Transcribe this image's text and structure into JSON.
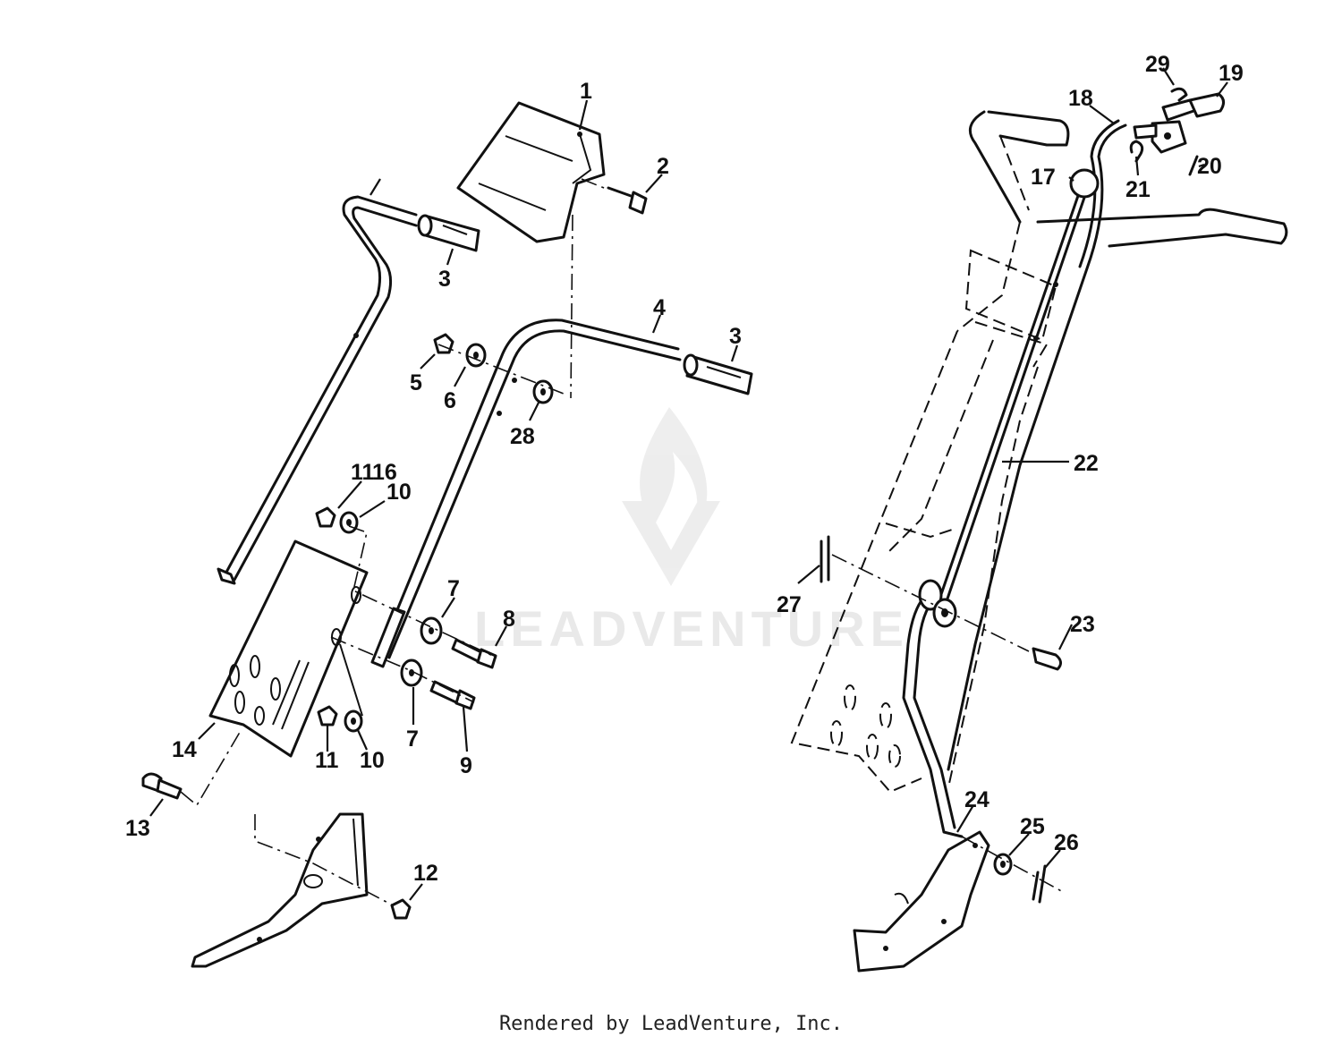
{
  "watermark": {
    "text": "LEADVENTURE"
  },
  "footer": {
    "text": "Rendered by LeadVenture, Inc."
  },
  "callouts": {
    "c1": "1",
    "c2": "2",
    "c3a": "3",
    "c3b": "3",
    "c4": "4",
    "c5": "5",
    "c6": "6",
    "c7a": "7",
    "c7b": "7",
    "c8": "8",
    "c9": "9",
    "c10a": "10",
    "c10b": "10",
    "c11a": "11",
    "c11b": "11",
    "c12": "12",
    "c13": "13",
    "c14": "14",
    "c16": "16",
    "c17": "17",
    "c18": "18",
    "c19": "19",
    "c20": "20",
    "c21": "21",
    "c22": "22",
    "c23": "23",
    "c24": "24",
    "c25": "25",
    "c26": "26",
    "c27": "27",
    "c28": "28",
    "c29": "29"
  }
}
